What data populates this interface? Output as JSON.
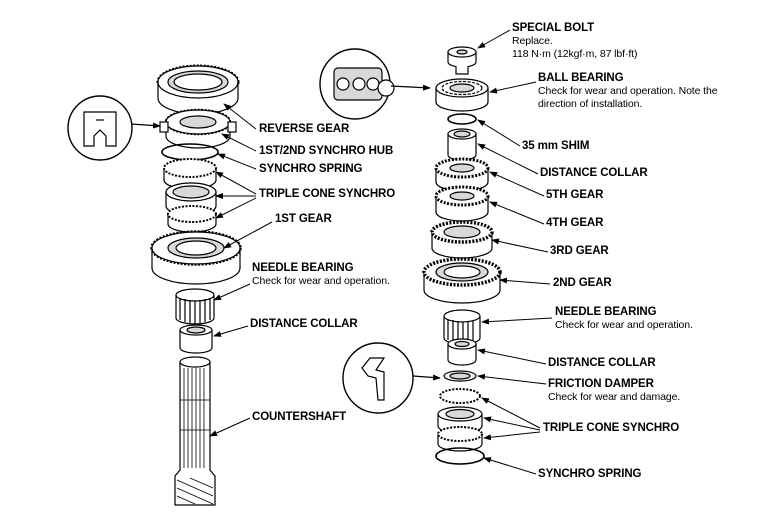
{
  "colors": {
    "ink": "#000000",
    "paper": "#ffffff",
    "shade": "#d8d8d8"
  },
  "labels": {
    "special_bolt": {
      "title": "SPECIAL BOLT",
      "note1": "Replace.",
      "note2": "118 N·m (12kgf·m, 87 lbf·ft)"
    },
    "ball_bearing": {
      "title": "BALL BEARING",
      "note1": "Check for wear and operation. Note the",
      "note2": "direction of installation."
    },
    "shim": {
      "title": "35 mm SHIM"
    },
    "distance_collar_right_top": {
      "title": "DISTANCE COLLAR"
    },
    "fifth_gear": {
      "title": "5TH GEAR"
    },
    "fourth_gear": {
      "title": "4TH GEAR"
    },
    "third_gear": {
      "title": "3RD GEAR"
    },
    "second_gear": {
      "title": "2ND GEAR"
    },
    "needle_bearing_right": {
      "title": "NEEDLE BEARING",
      "note1": "Check for wear and operation."
    },
    "distance_collar_right_bottom": {
      "title": "DISTANCE COLLAR"
    },
    "friction_damper": {
      "title": "FRICTION DAMPER",
      "note1": "Check for wear and damage."
    },
    "triple_cone_right": {
      "title": "TRIPLE CONE SYNCHRO"
    },
    "synchro_spring_right": {
      "title": "SYNCHRO SPRING"
    },
    "reverse_gear": {
      "title": "REVERSE GEAR"
    },
    "synchro_hub": {
      "title": "1ST/2ND SYNCHRO HUB"
    },
    "synchro_spring_left": {
      "title": "SYNCHRO SPRING"
    },
    "triple_cone_left": {
      "title": "TRIPLE CONE SYNCHRO"
    },
    "first_gear": {
      "title": "1ST GEAR"
    },
    "needle_bearing_left": {
      "title": "NEEDLE BEARING",
      "note1": "Check for wear and operation."
    },
    "distance_collar_left": {
      "title": "DISTANCE COLLAR"
    },
    "countershaft": {
      "title": "COUNTERSHAFT"
    }
  }
}
